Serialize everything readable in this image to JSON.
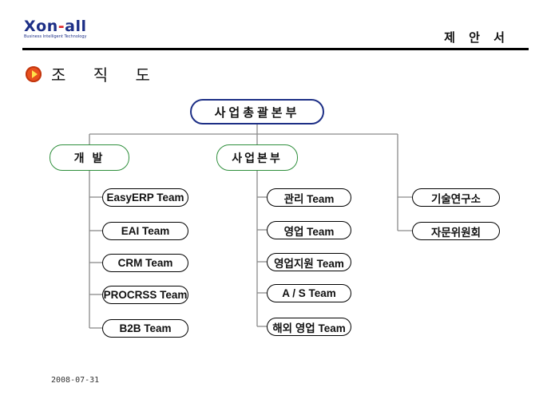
{
  "header": {
    "logo_main_a": "Xon",
    "logo_dot": "-",
    "logo_main_b": "all",
    "logo_sub": "Business Intelligent Technology",
    "doc_title": "제 안 서"
  },
  "section": {
    "icon": "orange-circle-play-icon",
    "title": "조 직 도"
  },
  "org": {
    "top": "사업총괄본부",
    "dev": {
      "label": "개 발",
      "teams": [
        "EasyERP Team",
        "EAI Team",
        "CRM Team",
        "PROCRSS Team",
        "B2B Team"
      ]
    },
    "biz": {
      "label": "사업본부",
      "teams": [
        "관리 Team",
        "영업 Team",
        "영업지원 Team",
        "A / S Team",
        "해외 영업  Team"
      ]
    },
    "other": [
      "기술연구소",
      "자문위원회"
    ]
  },
  "colors": {
    "top_border": "#1d2f86",
    "branch_border": "#2f8f3c",
    "connector": "#8a8a8a",
    "logo": "#1d2f86",
    "icon": "#e8501e"
  },
  "footer": {
    "date": "2008-07-31"
  }
}
